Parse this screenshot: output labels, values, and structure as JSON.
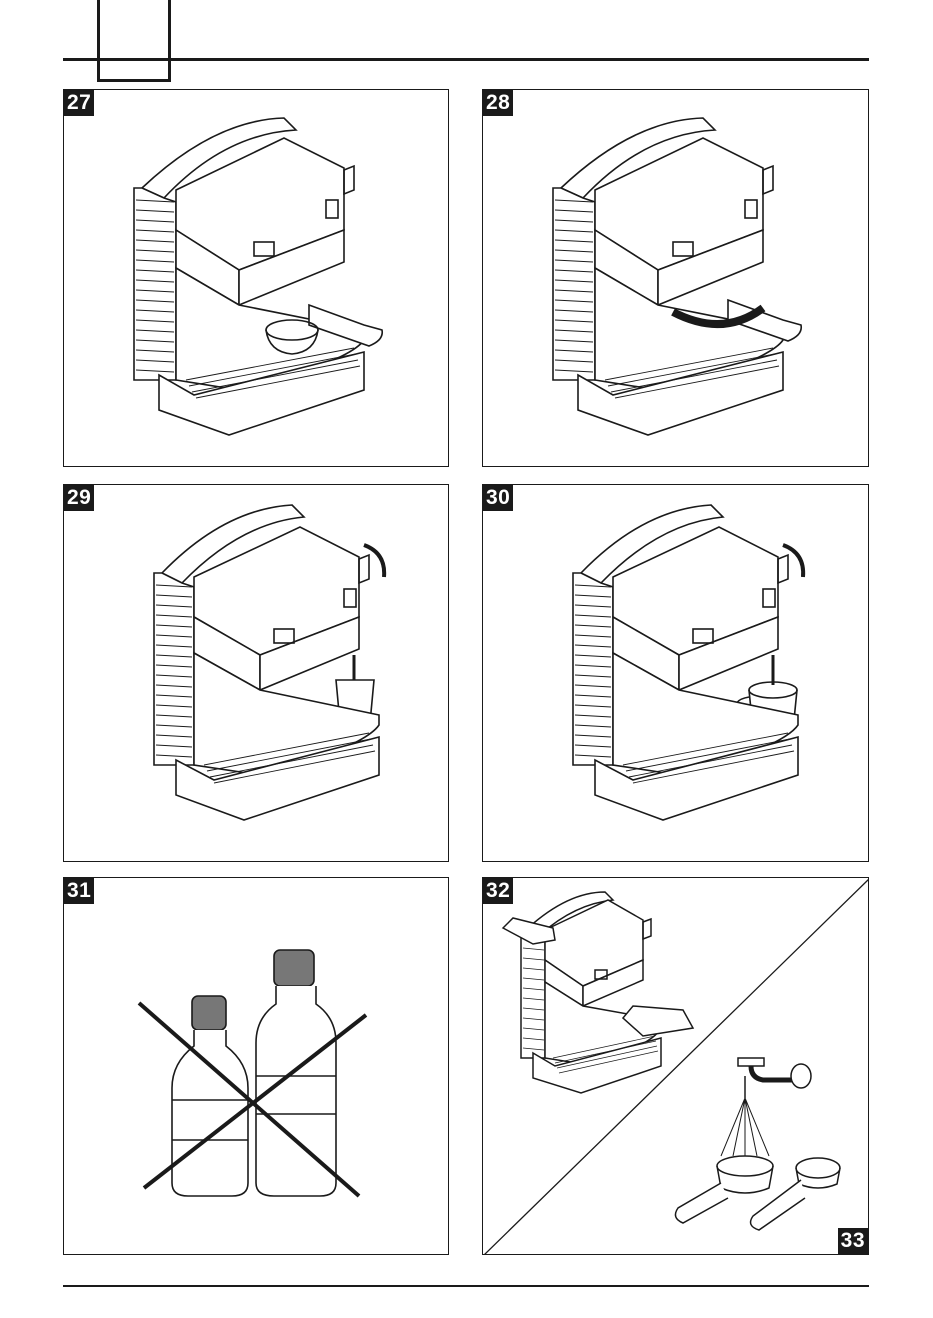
{
  "figures": [
    {
      "id": "fig-27",
      "number": "27",
      "scene": "espresso-cup"
    },
    {
      "id": "fig-28",
      "number": "28",
      "scene": "remove-filter-holder"
    },
    {
      "id": "fig-29",
      "number": "29",
      "scene": "steam-glass"
    },
    {
      "id": "fig-30",
      "number": "30",
      "scene": "steam-jug"
    },
    {
      "id": "fig-31",
      "number": "31",
      "scene": "no-mineral-water"
    },
    {
      "id": "fig-32",
      "number": "32",
      "scene": "cleaning-machine"
    },
    {
      "id": "fig-33",
      "number": "33",
      "scene": "rinse-filter-holder"
    }
  ]
}
